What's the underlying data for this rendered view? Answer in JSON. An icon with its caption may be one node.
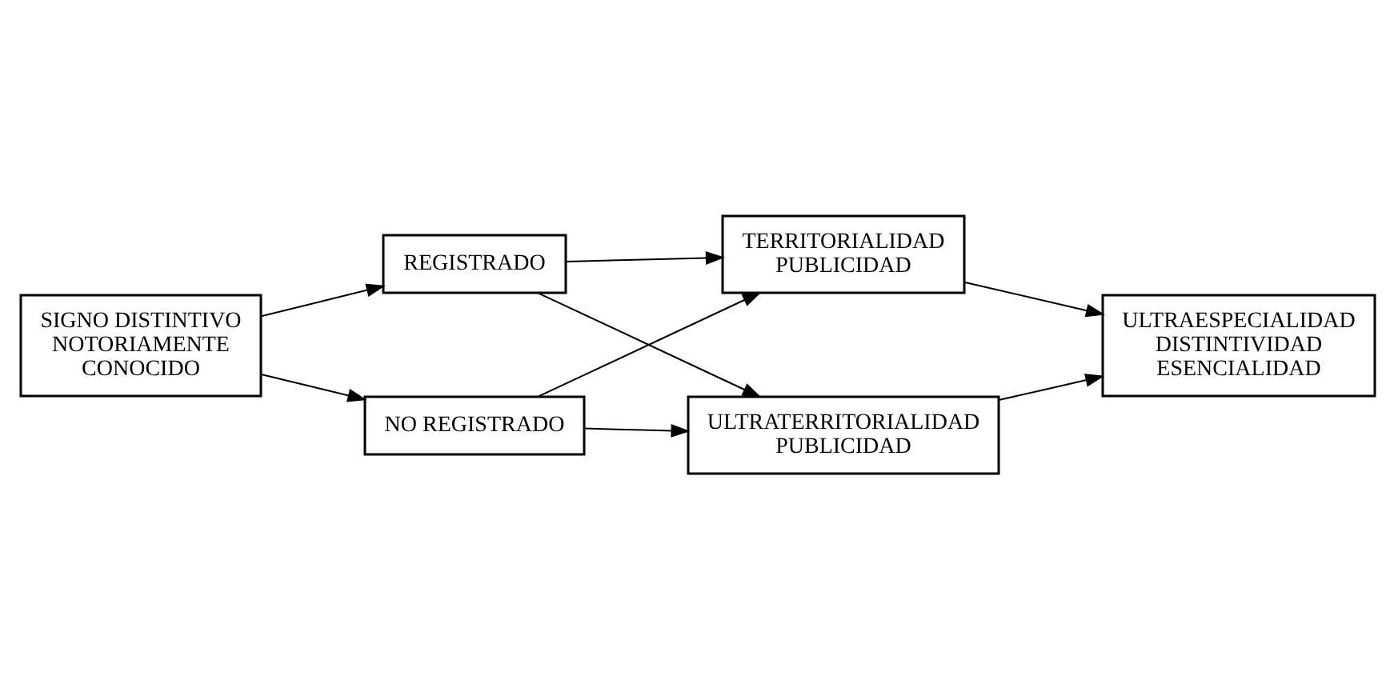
{
  "diagram": {
    "nodes": [
      {
        "text": [
          "SIGNO DISTINTIVO NOTORIAMENTE CONOCIDO"
        ]
      },
      {
        "text": [
          "REGISTRADO"
        ]
      },
      {
        "text": [
          "NO REGISTRADO"
        ]
      },
      {
        "text": [
          "TERRITORIALIDAD PUBLICIDAD"
        ]
      },
      {
        "text": [
          "ULTRATERRITORIALIDAD PUBLICIDAD"
        ]
      },
      {
        "text": [
          "ULTRAESPECIALIDAD DISTINTIVIDAD ESENCIALIDAD"
        ]
      }
    ],
    "edges": [
      {
        "from": 0,
        "to": 1,
        "arrow": "to"
      },
      {
        "from": 0,
        "to": 2,
        "arrow": "to"
      },
      {
        "from": 1,
        "to": 3,
        "arrow": "to"
      },
      {
        "from": 1,
        "to": 4,
        "arrow": "to"
      },
      {
        "from": 2,
        "to": 3,
        "arrow": "to"
      },
      {
        "from": 2,
        "to": 4,
        "arrow": "to"
      },
      {
        "from": 3,
        "to": 5,
        "arrow": "to"
      },
      {
        "from": 4,
        "to": 5,
        "arrow": "to"
      }
    ]
  }
}
